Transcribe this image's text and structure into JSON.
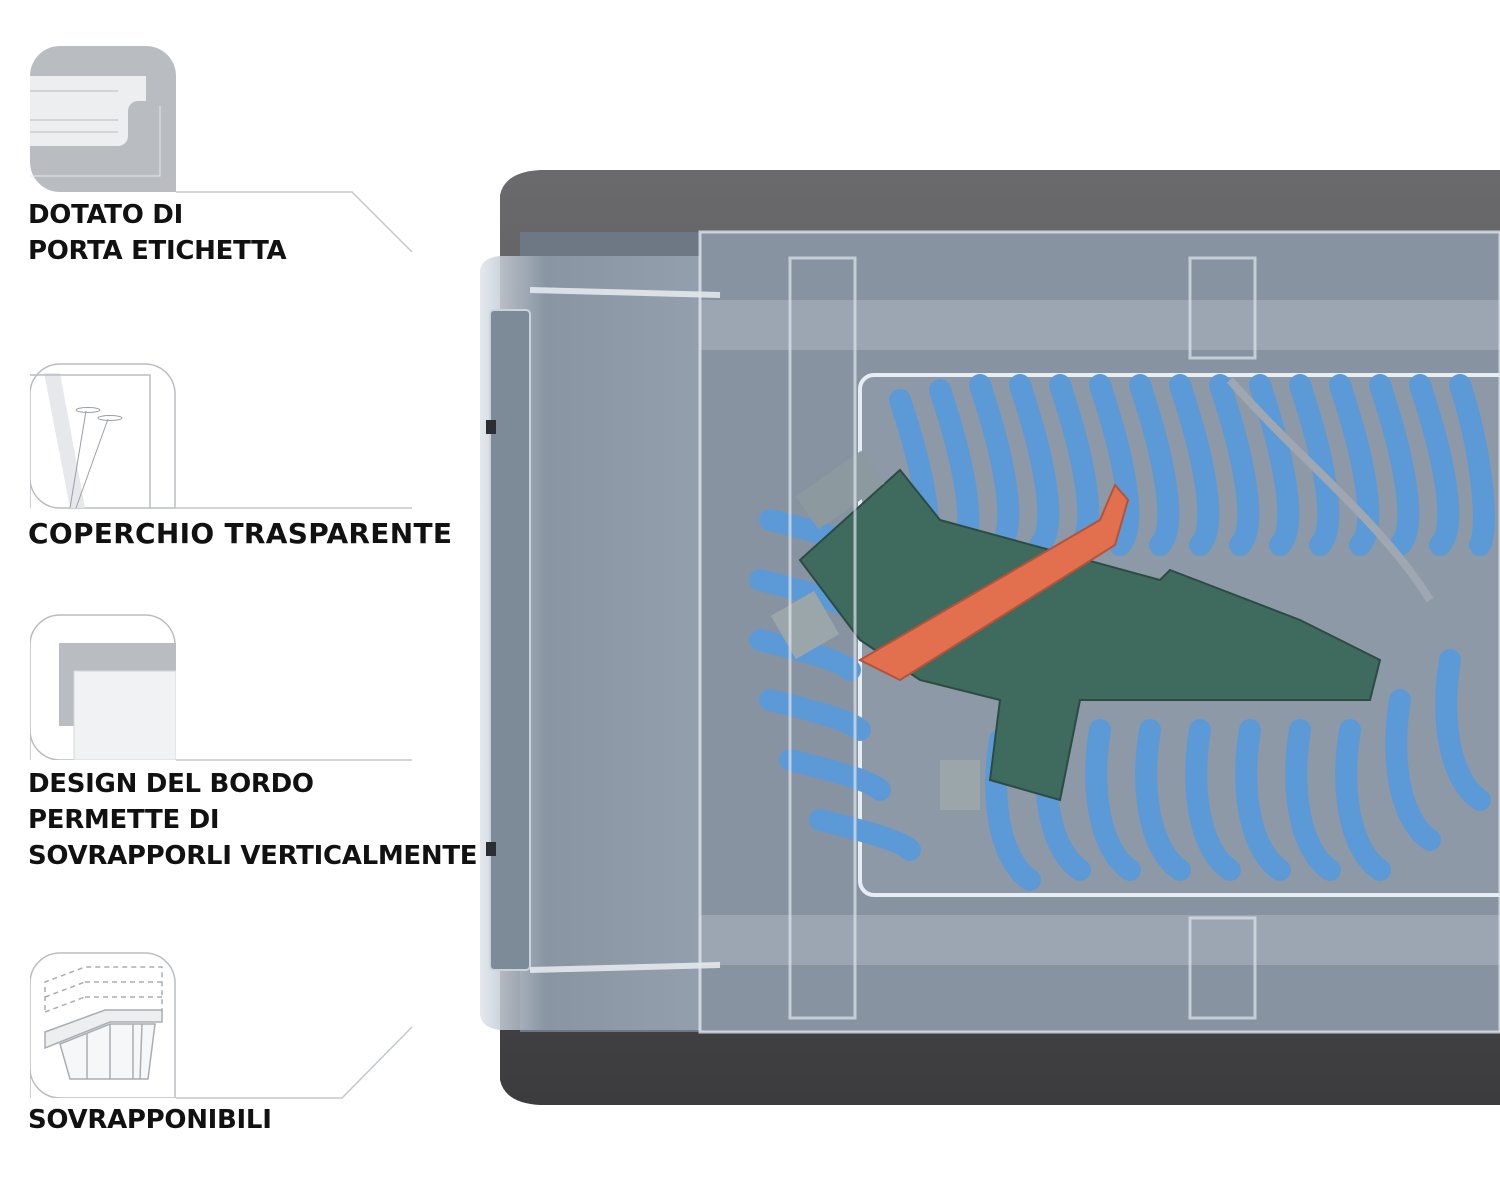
{
  "features": [
    {
      "icon": "label-holder-icon",
      "lines": [
        "DOTATO DI",
        "PORTA ETICHETTA"
      ]
    },
    {
      "icon": "transparent-lid-icon",
      "lines": [
        "COPERCHIO TRASPARENTE"
      ]
    },
    {
      "icon": "edge-design-icon",
      "lines": [
        "DESIGN DEL BORDO",
        "PERMETTE DI",
        "SOVRAPPORLI VERTICALMENTE"
      ]
    },
    {
      "icon": "stackable-icon",
      "lines": [
        "SOVRAPPONIBILI"
      ]
    }
  ],
  "colors": {
    "frame": "#4a4a4c",
    "lid": "#9aa6b4",
    "hose": "#5b9ad6",
    "gun": "#3f6a5e",
    "trigger": "#e2704f",
    "icon_gray": "#b9bdc1",
    "callout_line": "#c4c8cc"
  }
}
